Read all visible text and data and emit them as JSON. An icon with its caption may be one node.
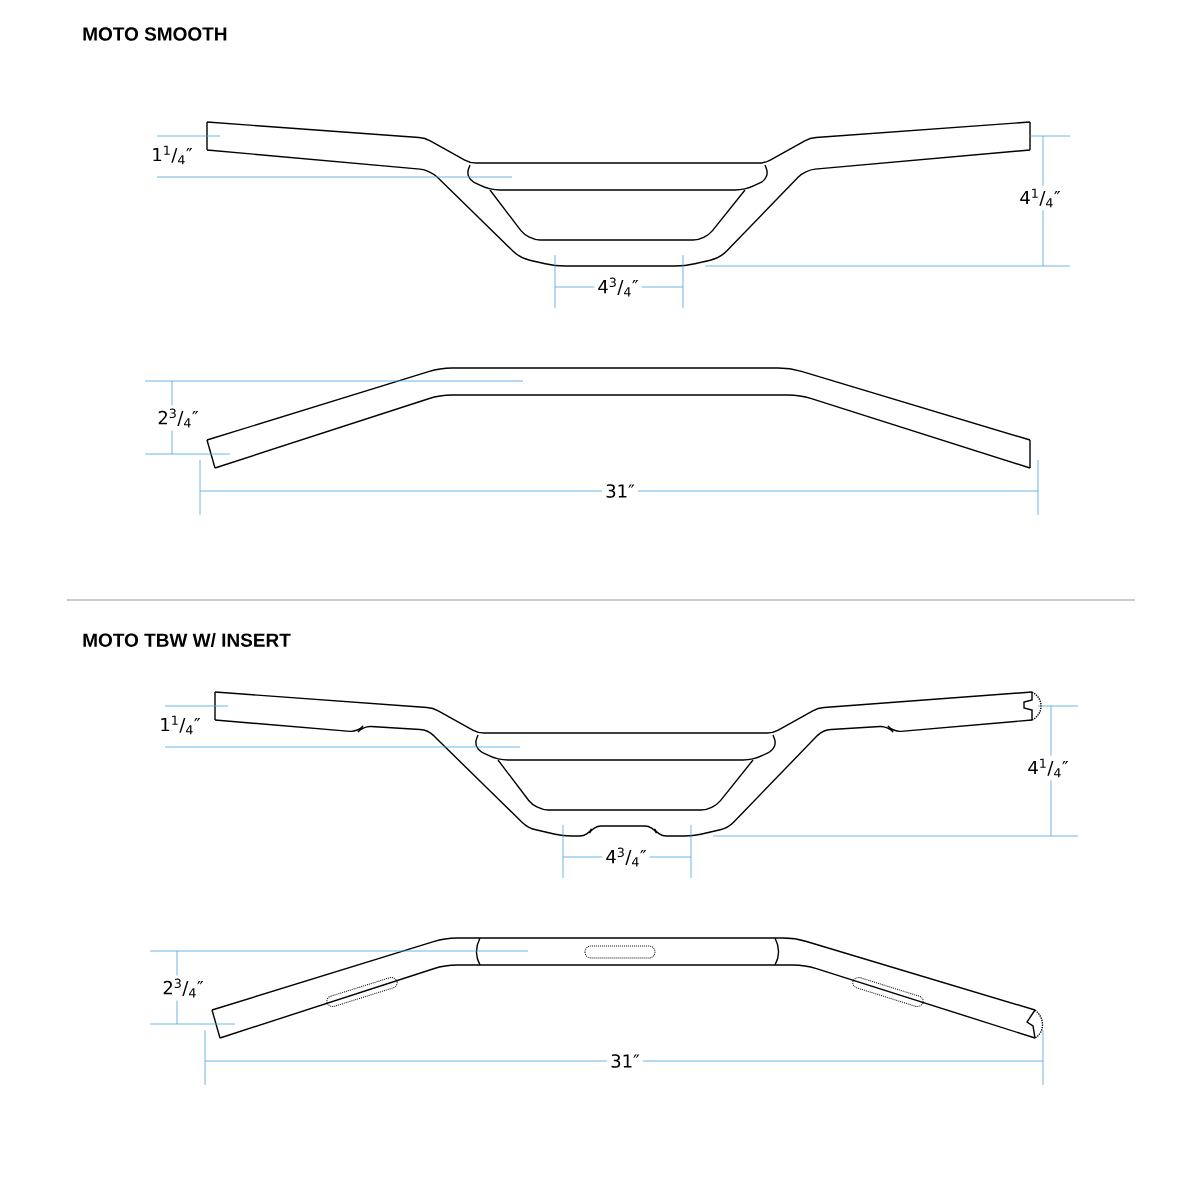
{
  "diagram": {
    "labels": [
      "MOTO SMOOTH",
      "1$^{1}$/$_{4}$″",
      "4$^{1}$/$_{4}$″",
      "4$^{3}$/$_{4}$″",
      "2$^{3}$/$_{4}$″",
      "31″",
      "MOTO TBW W/ INSERT",
      "1$^{1}$/$_{4}$″",
      "4$^{1}$/$_{4}$″",
      "4$^{3}$/$_{4}$″",
      "2$^{3}$/$_{4}$″",
      "31″"
    ]
  }
}
